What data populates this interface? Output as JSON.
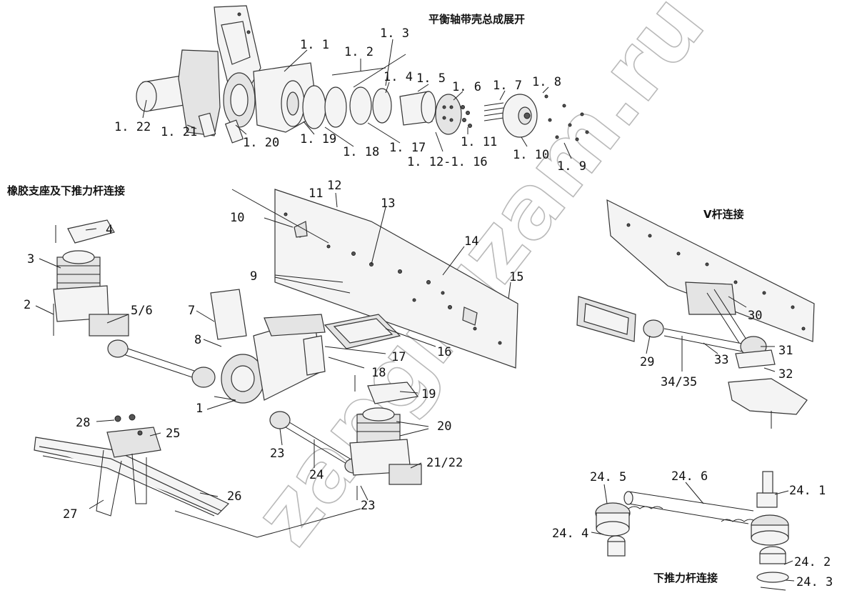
{
  "titles": {
    "balance_shaft": "平衡轴带壳总成展开",
    "rubber_mount": "橡胶支座及下推力杆连接",
    "v_rod": "V杆连接",
    "lower_rod": "下推力杆连接"
  },
  "watermark": "zapgruzam.ru",
  "labels": {
    "l1_22": "1. 22",
    "l1_21": "1. 21",
    "l1_20": "1. 20",
    "l1_1": "1. 1",
    "l1_2": "1. 2",
    "l1_3": "1. 3",
    "l1_4": "1. 4",
    "l1_5": "1. 5",
    "l1_6": "1. 6",
    "l1_7": "1. 7",
    "l1_8": "1. 8",
    "l1_19": "1. 19",
    "l1_18": "1. 18",
    "l1_17": "1. 17",
    "l1_12_16": "1. 12-1. 16",
    "l1_11": "1. 11",
    "l1_10": "1. 10",
    "l1_9": "1. 9",
    "n1": "1",
    "n2": "2",
    "n3": "3",
    "n4": "4",
    "n5_6": "5/6",
    "n7": "7",
    "n8": "8",
    "n9": "9",
    "n10": "10",
    "n11": "11",
    "n12": "12",
    "n13": "13",
    "n14": "14",
    "n15": "15",
    "n16": "16",
    "n17": "17",
    "n18": "18",
    "n19": "19",
    "n20": "20",
    "n21_22": "21/22",
    "n23a": "23",
    "n23b": "23",
    "n24": "24",
    "n25": "25",
    "n26": "26",
    "n27": "27",
    "n28": "28",
    "n29": "29",
    "n30": "30",
    "n31": "31",
    "n32": "32",
    "n33": "33",
    "n34_35": "34/35",
    "l24_1": "24. 1",
    "l24_2": "24. 2",
    "l24_3": "24. 3",
    "l24_4": "24. 4",
    "l24_5": "24. 5",
    "l24_6": "24. 6"
  }
}
